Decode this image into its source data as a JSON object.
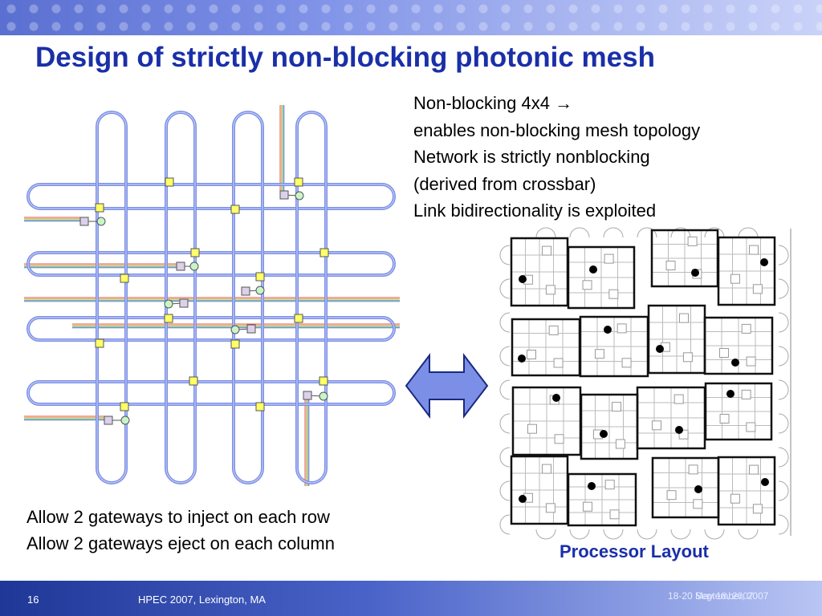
{
  "slide": {
    "title": "Design of strictly non-blocking photonic mesh",
    "points": [
      "Non-blocking 4x4 →",
      "enables non-blocking mesh topology",
      "Network is strictly nonblocking",
      "(derived from crossbar)",
      "Link bidirectionality is exploited"
    ],
    "gateway_notes": [
      "Allow 2 gateways to inject on each row",
      "Allow 2 gateways eject on each column"
    ],
    "layout_caption": "Processor Layout"
  },
  "footer": {
    "page_number": "16",
    "venue": "HPEC 2007, Lexington, MA",
    "date_a": "18-20 September, 2007",
    "date_b": "May 18, 2007"
  },
  "colors": {
    "title": "#1a2fa8",
    "waveguide": "#7b8fe6",
    "switch_fill": "#ffff66",
    "gateway_fill": "#dcd0ea",
    "receiver_fill": "#c8f5c8",
    "arrow_fill": "#7b8fe6"
  }
}
